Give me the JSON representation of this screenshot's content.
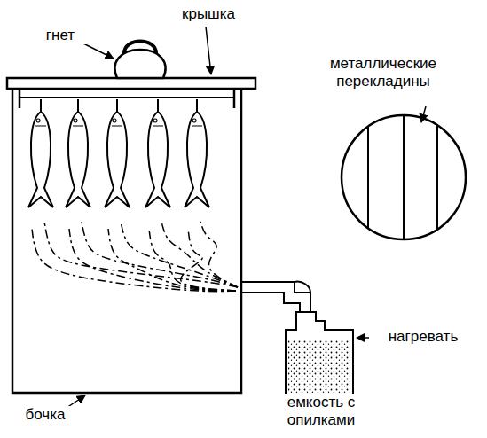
{
  "diagram": {
    "labels": [
      "гнет",
      "крышка",
      "металлические перекладины",
      "нагревать",
      "емкость с опилками",
      "бочка"
    ]
  }
}
